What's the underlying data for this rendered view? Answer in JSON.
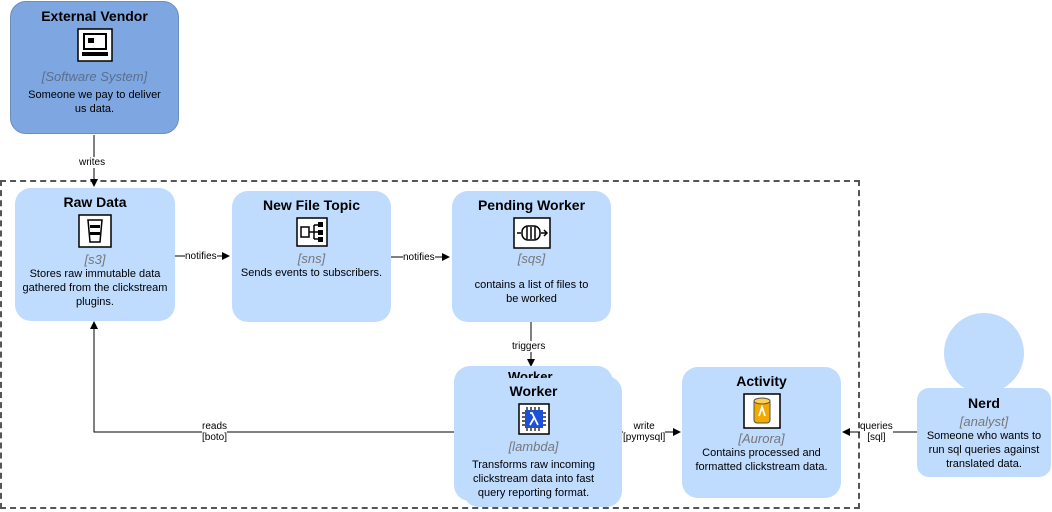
{
  "vendor": {
    "title": "External Vendor",
    "tech": "[Software System]",
    "desc": "Someone we pay to deliver us data."
  },
  "raw": {
    "title": "Raw Data",
    "tech": "[s3]",
    "desc": "Stores raw immutable data gathered from the clickstream plugins."
  },
  "topic": {
    "title": "New File Topic",
    "tech": "[sns]",
    "desc": "Sends events to subscribers."
  },
  "pending": {
    "title": "Pending Worker",
    "tech": "[sqs]",
    "desc": "contains a list of files to be worked"
  },
  "worker": {
    "title": "Worker",
    "tech": "[lambda]",
    "desc": "Transforms raw incoming clickstream data into fast query reporting format.",
    "clipped": "Worker"
  },
  "activity": {
    "title": "Activity",
    "tech": "[Aurora]",
    "desc": "Contains processed and formatted clickstream data."
  },
  "nerd": {
    "title": "Nerd",
    "tech": "[analyst]",
    "desc": "Someone who wants to run sql queries against translated data."
  },
  "edges": {
    "writes": "writes",
    "notifies1": "notifies",
    "notifies2": "notifies",
    "triggers": "triggers",
    "reads": "reads\n[boto]",
    "write_db": "write\n[pymysql]",
    "queries": "queries\n[sql]"
  },
  "colors": {
    "container": "#bfdbfe",
    "vendor": "#7ea6e0",
    "edge": "#000000",
    "boundary": "#555555"
  },
  "icons": [
    "computer-icon",
    "bucket-icon",
    "topic-icon",
    "queue-icon",
    "lambda-icon",
    "database-icon"
  ]
}
